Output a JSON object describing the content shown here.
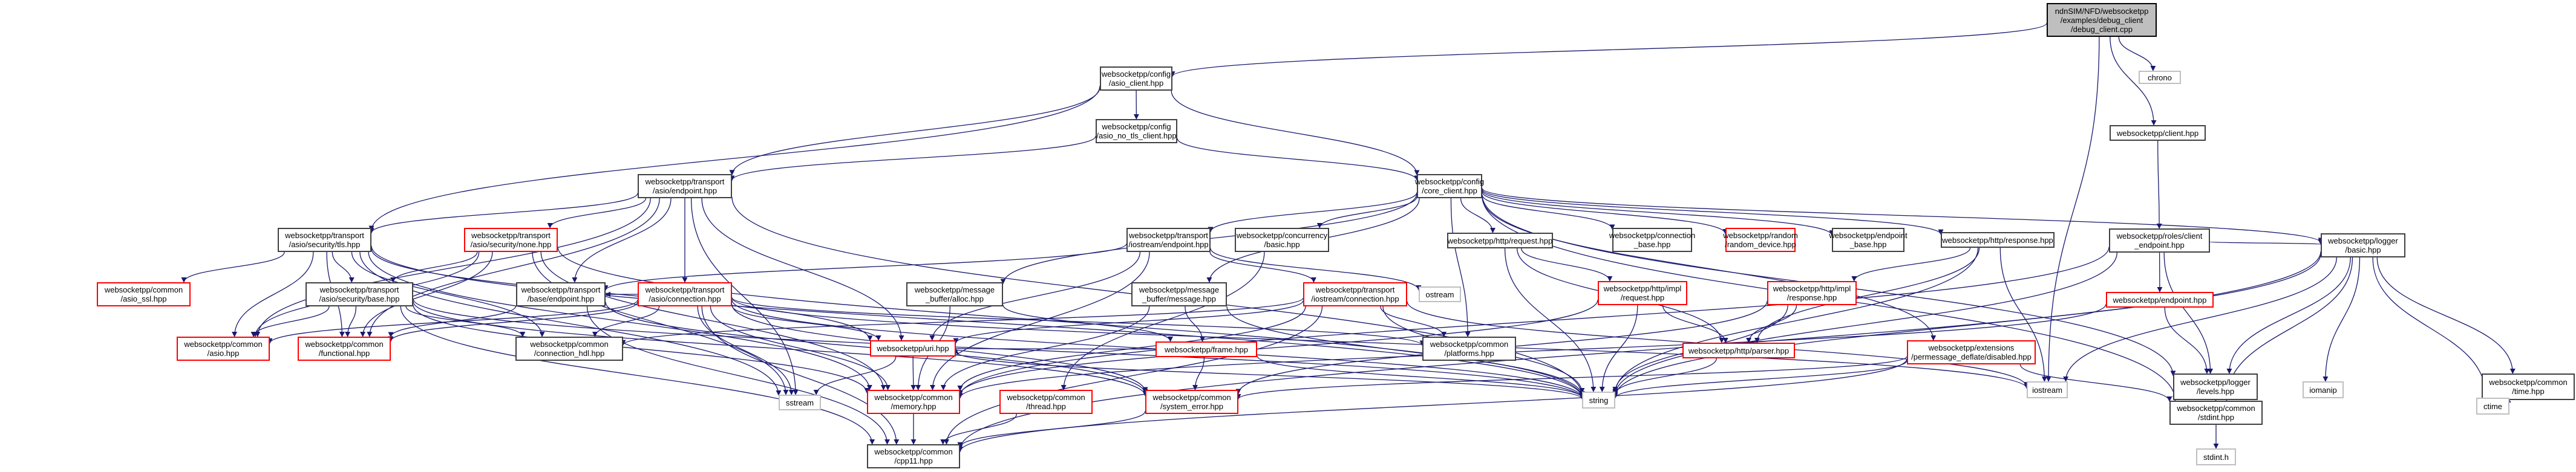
{
  "graph_title": "Include dependency graph for debug_client.cpp",
  "colors": {
    "edge": "#191970",
    "documented_border": "#404040",
    "incomplete_border": "#ff0000",
    "system_border": "#bfbfbf",
    "root_fill": "#bfbfbf"
  },
  "nodes": [
    {
      "id": "root",
      "label": "ndnSIM/NFD/websocketpp\n/examples/debug_client\n/debug_client.cpp",
      "kind": "root"
    },
    {
      "id": "chrono",
      "label": "chrono",
      "kind": "sys"
    },
    {
      "id": "asio_client",
      "label": "websocketpp/config\n/asio_client.hpp",
      "kind": "doc"
    },
    {
      "id": "client",
      "label": "websocketpp/client.hpp",
      "kind": "doc"
    },
    {
      "id": "asio_no_tls",
      "label": "websocketpp/config\n/asio_no_tls_client.hpp",
      "kind": "doc"
    },
    {
      "id": "asio_endpoint",
      "label": "websocketpp/transport\n/asio/endpoint.hpp",
      "kind": "doc"
    },
    {
      "id": "core_client",
      "label": "websocketpp/config\n/core_client.hpp",
      "kind": "doc"
    },
    {
      "id": "tls",
      "label": "websocketpp/transport\n/asio/security/tls.hpp",
      "kind": "doc"
    },
    {
      "id": "none",
      "label": "websocketpp/transport\n/asio/security/none.hpp",
      "kind": "red"
    },
    {
      "id": "ios_endpoint",
      "label": "websocketpp/transport\n/iostream/endpoint.hpp",
      "kind": "doc"
    },
    {
      "id": "concurrency",
      "label": "websocketpp/concurrency\n/basic.hpp",
      "kind": "doc"
    },
    {
      "id": "http_request",
      "label": "websocketpp/http/request.hpp",
      "kind": "doc"
    },
    {
      "id": "connection_base",
      "label": "websocketpp/connection\n_base.hpp",
      "kind": "doc"
    },
    {
      "id": "random_device",
      "label": "websocketpp/random\n/random_device.hpp",
      "kind": "red"
    },
    {
      "id": "endpoint_base",
      "label": "websocketpp/endpoint\n_base.hpp",
      "kind": "doc"
    },
    {
      "id": "http_response",
      "label": "websocketpp/http/response.hpp",
      "kind": "doc"
    },
    {
      "id": "roles_client",
      "label": "websocketpp/roles/client\n_endpoint.hpp",
      "kind": "doc"
    },
    {
      "id": "logger_basic",
      "label": "websocketpp/logger\n/basic.hpp",
      "kind": "doc"
    },
    {
      "id": "asio_ssl",
      "label": "websocketpp/common\n/asio_ssl.hpp",
      "kind": "red"
    },
    {
      "id": "sec_base",
      "label": "websocketpp/transport\n/asio/security/base.hpp",
      "kind": "doc"
    },
    {
      "id": "base_endpoint",
      "label": "websocketpp/transport\n/base/endpoint.hpp",
      "kind": "doc"
    },
    {
      "id": "asio_connection",
      "label": "websocketpp/transport\n/asio/connection.hpp",
      "kind": "red"
    },
    {
      "id": "alloc",
      "label": "websocketpp/message\n_buffer/alloc.hpp",
      "kind": "doc"
    },
    {
      "id": "message",
      "label": "websocketpp/message\n_buffer/message.hpp",
      "kind": "doc"
    },
    {
      "id": "ios_connection",
      "label": "websocketpp/transport\n/iostream/connection.hpp",
      "kind": "red"
    },
    {
      "id": "ostream",
      "label": "ostream",
      "kind": "sys"
    },
    {
      "id": "impl_request",
      "label": "websocketpp/http/impl\n/request.hpp",
      "kind": "red"
    },
    {
      "id": "impl_response",
      "label": "websocketpp/http/impl\n/response.hpp",
      "kind": "red"
    },
    {
      "id": "endpoint",
      "label": "websocketpp/endpoint.hpp",
      "kind": "red"
    },
    {
      "id": "asio",
      "label": "websocketpp/common\n/asio.hpp",
      "kind": "red"
    },
    {
      "id": "functional",
      "label": "websocketpp/common\n/functional.hpp",
      "kind": "red"
    },
    {
      "id": "connection_hdl",
      "label": "websocketpp/common\n/connection_hdl.hpp",
      "kind": "doc"
    },
    {
      "id": "uri",
      "label": "websocketpp/uri.hpp",
      "kind": "red"
    },
    {
      "id": "frame",
      "label": "websocketpp/frame.hpp",
      "kind": "red"
    },
    {
      "id": "platforms",
      "label": "websocketpp/common\n/platforms.hpp",
      "kind": "doc"
    },
    {
      "id": "parser",
      "label": "websocketpp/http/parser.hpp",
      "kind": "red"
    },
    {
      "id": "pmd_disabled",
      "label": "websocketpp/extensions\n/permessage_deflate/disabled.hpp",
      "kind": "red"
    },
    {
      "id": "iostream",
      "label": "iostream",
      "kind": "sys"
    },
    {
      "id": "levels",
      "label": "websocketpp/logger\n/levels.hpp",
      "kind": "doc"
    },
    {
      "id": "iomanip",
      "label": "iomanip",
      "kind": "sys"
    },
    {
      "id": "time",
      "label": "websocketpp/common\n/time.hpp",
      "kind": "doc"
    },
    {
      "id": "sstream",
      "label": "sstream",
      "kind": "sys"
    },
    {
      "id": "memory",
      "label": "websocketpp/common\n/memory.hpp",
      "kind": "red"
    },
    {
      "id": "thread",
      "label": "websocketpp/common\n/thread.hpp",
      "kind": "red"
    },
    {
      "id": "system_error",
      "label": "websocketpp/common\n/system_error.hpp",
      "kind": "red"
    },
    {
      "id": "string",
      "label": "string",
      "kind": "sys"
    },
    {
      "id": "stdint",
      "label": "websocketpp/common\n/stdint.hpp",
      "kind": "doc"
    },
    {
      "id": "ctime",
      "label": "ctime",
      "kind": "sys"
    },
    {
      "id": "cpp11",
      "label": "websocketpp/common\n/cpp11.hpp",
      "kind": "doc"
    },
    {
      "id": "stdint_h",
      "label": "stdint.h",
      "kind": "sys"
    }
  ],
  "edges": [
    [
      "root",
      "asio_client"
    ],
    [
      "root",
      "chrono"
    ],
    [
      "root",
      "client"
    ],
    [
      "root",
      "iostream"
    ],
    [
      "asio_client",
      "asio_no_tls"
    ],
    [
      "asio_client",
      "asio_endpoint"
    ],
    [
      "asio_client",
      "tls"
    ],
    [
      "asio_client",
      "core_client"
    ],
    [
      "asio_no_tls",
      "asio_endpoint"
    ],
    [
      "asio_no_tls",
      "core_client"
    ],
    [
      "client",
      "roles_client"
    ],
    [
      "asio_endpoint",
      "none"
    ],
    [
      "asio_endpoint",
      "tls"
    ],
    [
      "asio_endpoint",
      "asio_connection"
    ],
    [
      "asio_endpoint",
      "base_endpoint"
    ],
    [
      "asio_endpoint",
      "uri"
    ],
    [
      "asio_endpoint",
      "asio"
    ],
    [
      "asio_endpoint",
      "functional"
    ],
    [
      "asio_endpoint",
      "sstream"
    ],
    [
      "asio_endpoint",
      "string"
    ],
    [
      "tls",
      "sec_base"
    ],
    [
      "tls",
      "asio_ssl"
    ],
    [
      "tls",
      "asio"
    ],
    [
      "tls",
      "connection_hdl"
    ],
    [
      "tls",
      "functional"
    ],
    [
      "tls",
      "memory"
    ],
    [
      "tls",
      "string"
    ],
    [
      "tls",
      "uri"
    ],
    [
      "tls",
      "sstream"
    ],
    [
      "none",
      "sec_base"
    ],
    [
      "none",
      "asio"
    ],
    [
      "none",
      "memory"
    ],
    [
      "none",
      "functional"
    ],
    [
      "none",
      "sstream"
    ],
    [
      "none",
      "string"
    ],
    [
      "sec_base",
      "asio"
    ],
    [
      "sec_base",
      "functional"
    ],
    [
      "sec_base",
      "connection_hdl"
    ],
    [
      "sec_base",
      "memory"
    ],
    [
      "sec_base",
      "system_error"
    ],
    [
      "sec_base",
      "cpp11"
    ],
    [
      "sec_base",
      "string"
    ],
    [
      "base_endpoint",
      "functional"
    ],
    [
      "base_endpoint",
      "cpp11"
    ],
    [
      "base_endpoint",
      "system_error"
    ],
    [
      "asio_connection",
      "base_endpoint"
    ],
    [
      "asio_connection",
      "connection_hdl"
    ],
    [
      "asio_connection",
      "asio"
    ],
    [
      "asio_connection",
      "functional"
    ],
    [
      "asio_connection",
      "uri"
    ],
    [
      "asio_connection",
      "memory"
    ],
    [
      "asio_connection",
      "cpp11"
    ],
    [
      "asio_connection",
      "system_error"
    ],
    [
      "asio_connection",
      "platforms"
    ],
    [
      "asio_connection",
      "sstream"
    ],
    [
      "asio_connection",
      "string"
    ],
    [
      "asio_connection",
      "iostream"
    ],
    [
      "core_client",
      "ios_endpoint"
    ],
    [
      "core_client",
      "concurrency"
    ],
    [
      "core_client",
      "http_request"
    ],
    [
      "core_client",
      "http_response"
    ],
    [
      "core_client",
      "connection_base"
    ],
    [
      "core_client",
      "random_device"
    ],
    [
      "core_client",
      "endpoint_base"
    ],
    [
      "core_client",
      "message"
    ],
    [
      "core_client",
      "alloc"
    ],
    [
      "core_client",
      "levels"
    ],
    [
      "core_client",
      "logger_basic"
    ],
    [
      "core_client",
      "pmd_disabled"
    ],
    [
      "core_client",
      "stdint"
    ],
    [
      "core_client",
      "platforms"
    ],
    [
      "ios_endpoint",
      "ios_connection"
    ],
    [
      "ios_endpoint",
      "base_endpoint"
    ],
    [
      "ios_endpoint",
      "ostream"
    ],
    [
      "ios_endpoint",
      "uri"
    ],
    [
      "ios_endpoint",
      "memory"
    ],
    [
      "concurrency",
      "thread"
    ],
    [
      "http_request",
      "impl_request"
    ],
    [
      "http_request",
      "parser"
    ],
    [
      "http_request",
      "string"
    ],
    [
      "http_response",
      "impl_response"
    ],
    [
      "http_response",
      "iostream"
    ],
    [
      "http_response",
      "string"
    ],
    [
      "http_response",
      "parser"
    ],
    [
      "impl_request",
      "parser"
    ],
    [
      "impl_request",
      "memory"
    ],
    [
      "impl_request",
      "string"
    ],
    [
      "impl_response",
      "parser"
    ],
    [
      "impl_response",
      "string"
    ],
    [
      "impl_response",
      "system_error"
    ],
    [
      "parser",
      "string"
    ],
    [
      "alloc",
      "memory"
    ],
    [
      "alloc",
      "frame"
    ],
    [
      "message",
      "frame"
    ],
    [
      "message",
      "memory"
    ],
    [
      "message",
      "string"
    ],
    [
      "frame",
      "system_error"
    ],
    [
      "frame",
      "uri"
    ],
    [
      "frame",
      "string"
    ],
    [
      "ios_connection",
      "uri"
    ],
    [
      "ios_connection",
      "platforms"
    ],
    [
      "ios_connection",
      "memory"
    ],
    [
      "ios_connection",
      "connection_hdl"
    ],
    [
      "ios_connection",
      "string"
    ],
    [
      "ios_connection",
      "iostream"
    ],
    [
      "ios_connection",
      "cpp11"
    ],
    [
      "pmd_disabled",
      "cpp11"
    ],
    [
      "pmd_disabled",
      "stdint"
    ],
    [
      "pmd_disabled",
      "system_error"
    ],
    [
      "pmd_disabled",
      "string"
    ],
    [
      "roles_client",
      "endpoint"
    ],
    [
      "roles_client",
      "levels"
    ],
    [
      "roles_client",
      "logger_basic"
    ],
    [
      "roles_client",
      "string"
    ],
    [
      "roles_client",
      "memory"
    ],
    [
      "endpoint",
      "levels"
    ],
    [
      "endpoint",
      "memory"
    ],
    [
      "logger_basic",
      "levels"
    ],
    [
      "logger_basic",
      "iostream"
    ],
    [
      "logger_basic",
      "iomanip"
    ],
    [
      "logger_basic",
      "time"
    ],
    [
      "logger_basic",
      "ctime"
    ],
    [
      "logger_basic",
      "stdint"
    ],
    [
      "logger_basic",
      "string"
    ],
    [
      "logger_basic",
      "cpp11"
    ],
    [
      "levels",
      "stdint"
    ],
    [
      "time",
      "ctime"
    ],
    [
      "stdint",
      "stdint_h"
    ],
    [
      "uri",
      "memory"
    ],
    [
      "uri",
      "sstream"
    ],
    [
      "uri",
      "string"
    ],
    [
      "memory",
      "cpp11"
    ],
    [
      "thread",
      "cpp11"
    ],
    [
      "system_error",
      "cpp11"
    ]
  ]
}
